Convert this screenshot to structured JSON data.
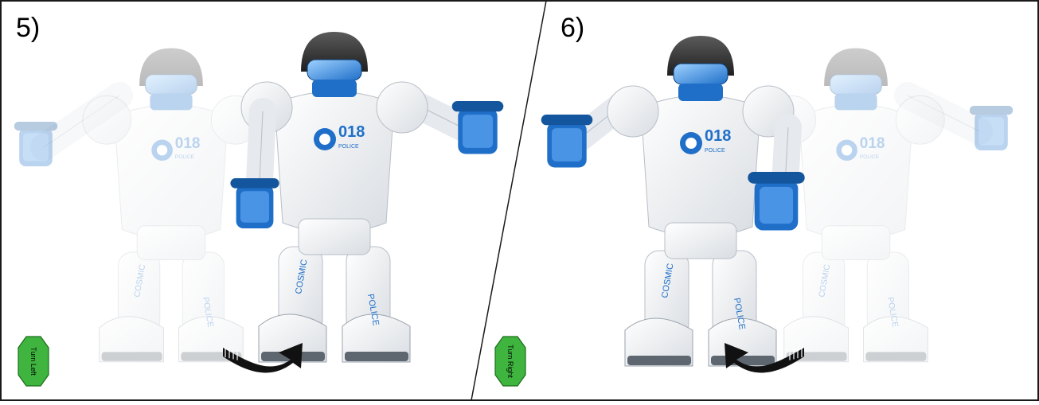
{
  "panels": [
    {
      "step": "5)",
      "button_label": "Turn Left",
      "direction": "left"
    },
    {
      "step": "6)",
      "button_label": "Turn Right",
      "direction": "right"
    }
  ],
  "robot": {
    "chest_number": "018",
    "chest_subtext": "POLICE",
    "leg_left_text": "COSMIC",
    "leg_right_text": "POLICE"
  },
  "colors": {
    "accent_blue": "#1f6fc9",
    "badge_green": "#3fb43f",
    "border": "#1a1a1a",
    "ghost_opacity": 0.3
  },
  "icons": [
    "turn-arrow-icon",
    "remote-button-icon"
  ]
}
